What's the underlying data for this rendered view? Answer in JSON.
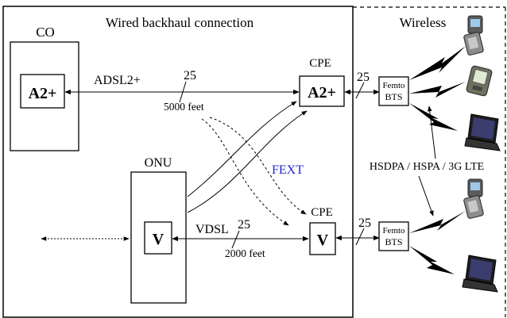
{
  "sections": {
    "wired_title": "Wired backhaul connection",
    "wireless_title": "Wireless"
  },
  "nodes": {
    "co_label": "CO",
    "co_modem": "A2+",
    "onu_label": "ONU",
    "onu_modem": "V",
    "cpe_top_label": "CPE",
    "cpe_top_modem": "A2+",
    "cpe_bottom_label": "CPE",
    "cpe_bottom_modem": "V",
    "femto_top_line1": "Femto",
    "femto_top_line2": "BTS",
    "femto_bottom_line1": "Femto",
    "femto_bottom_line2": "BTS"
  },
  "links": {
    "adsl_label": "ADSL2+",
    "adsl_pairs": "25",
    "adsl_length": "5000 feet",
    "vdsl_label": "VDSL",
    "vdsl_pairs": "25",
    "vdsl_length": "2000 feet",
    "cpe_top_pairs": "25",
    "cpe_bottom_pairs": "25",
    "fext_label": "FEXT",
    "wireless_standards": "HSDPA / HSPA / 3G LTE"
  },
  "colors": {
    "fext": "#1f1fd6",
    "device_dark": "#2b2b2b",
    "lightning": "#000000"
  },
  "icons": [
    "flip-phone-icon",
    "pda-icon",
    "laptop-icon",
    "flip-phone-icon",
    "laptop-icon"
  ]
}
